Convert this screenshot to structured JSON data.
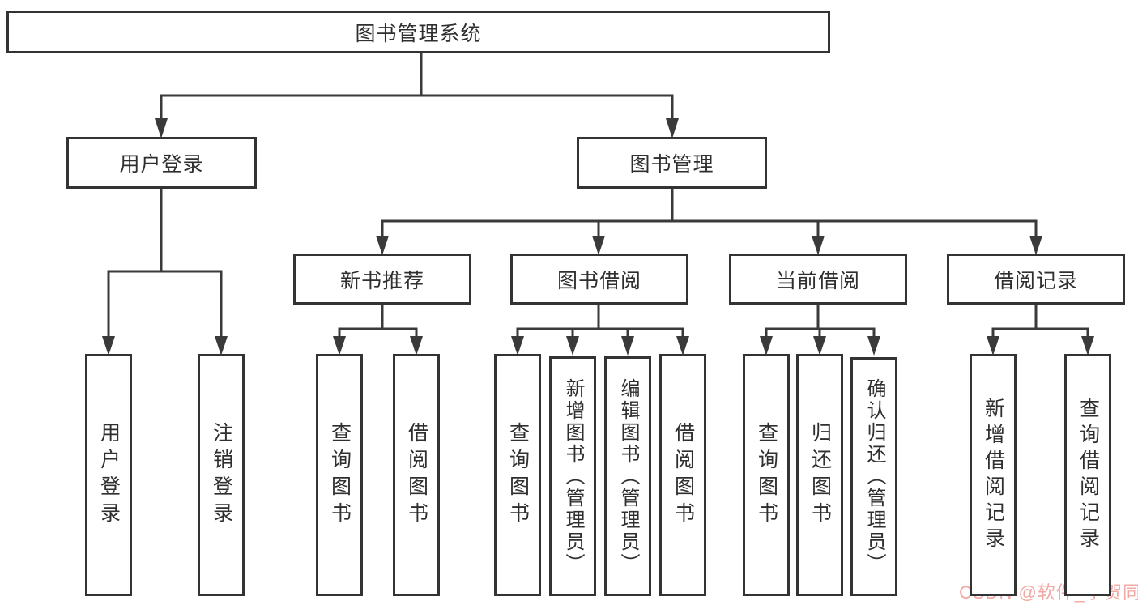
{
  "diagram_title": "图书管理系统",
  "watermark": {
    "text": "CSDN @软件_小贺同学",
    "color": "#f2a8a4"
  },
  "colors": {
    "background": "#ffffff",
    "line": "#3a3a3a",
    "box_border": "#333333",
    "text": "#2f2f2f"
  },
  "tree": {
    "root": {
      "label": "图书管理系统"
    },
    "level2": [
      {
        "label": "用户登录"
      },
      {
        "label": "图书管理"
      }
    ],
    "level3": [
      {
        "label": "新书推荐"
      },
      {
        "label": "图书借阅"
      },
      {
        "label": "当前借阅"
      },
      {
        "label": "借阅记录"
      }
    ],
    "leaves": {
      "login": [
        {
          "label": "用户登录"
        },
        {
          "label": "注销登录"
        }
      ],
      "newbook": [
        {
          "label": "查询图书"
        },
        {
          "label": "借阅图书"
        }
      ],
      "borrow": [
        {
          "label": "查询图书"
        },
        {
          "label": "新增图书（管理员）"
        },
        {
          "label": "编辑图书（管理员）"
        },
        {
          "label": "借阅图书"
        }
      ],
      "current": [
        {
          "label": "查询图书"
        },
        {
          "label": "归还图书"
        },
        {
          "label": "确认归还（管理员）"
        }
      ],
      "records": [
        {
          "label": "新增借阅记录"
        },
        {
          "label": "查询借阅记录"
        }
      ]
    }
  }
}
